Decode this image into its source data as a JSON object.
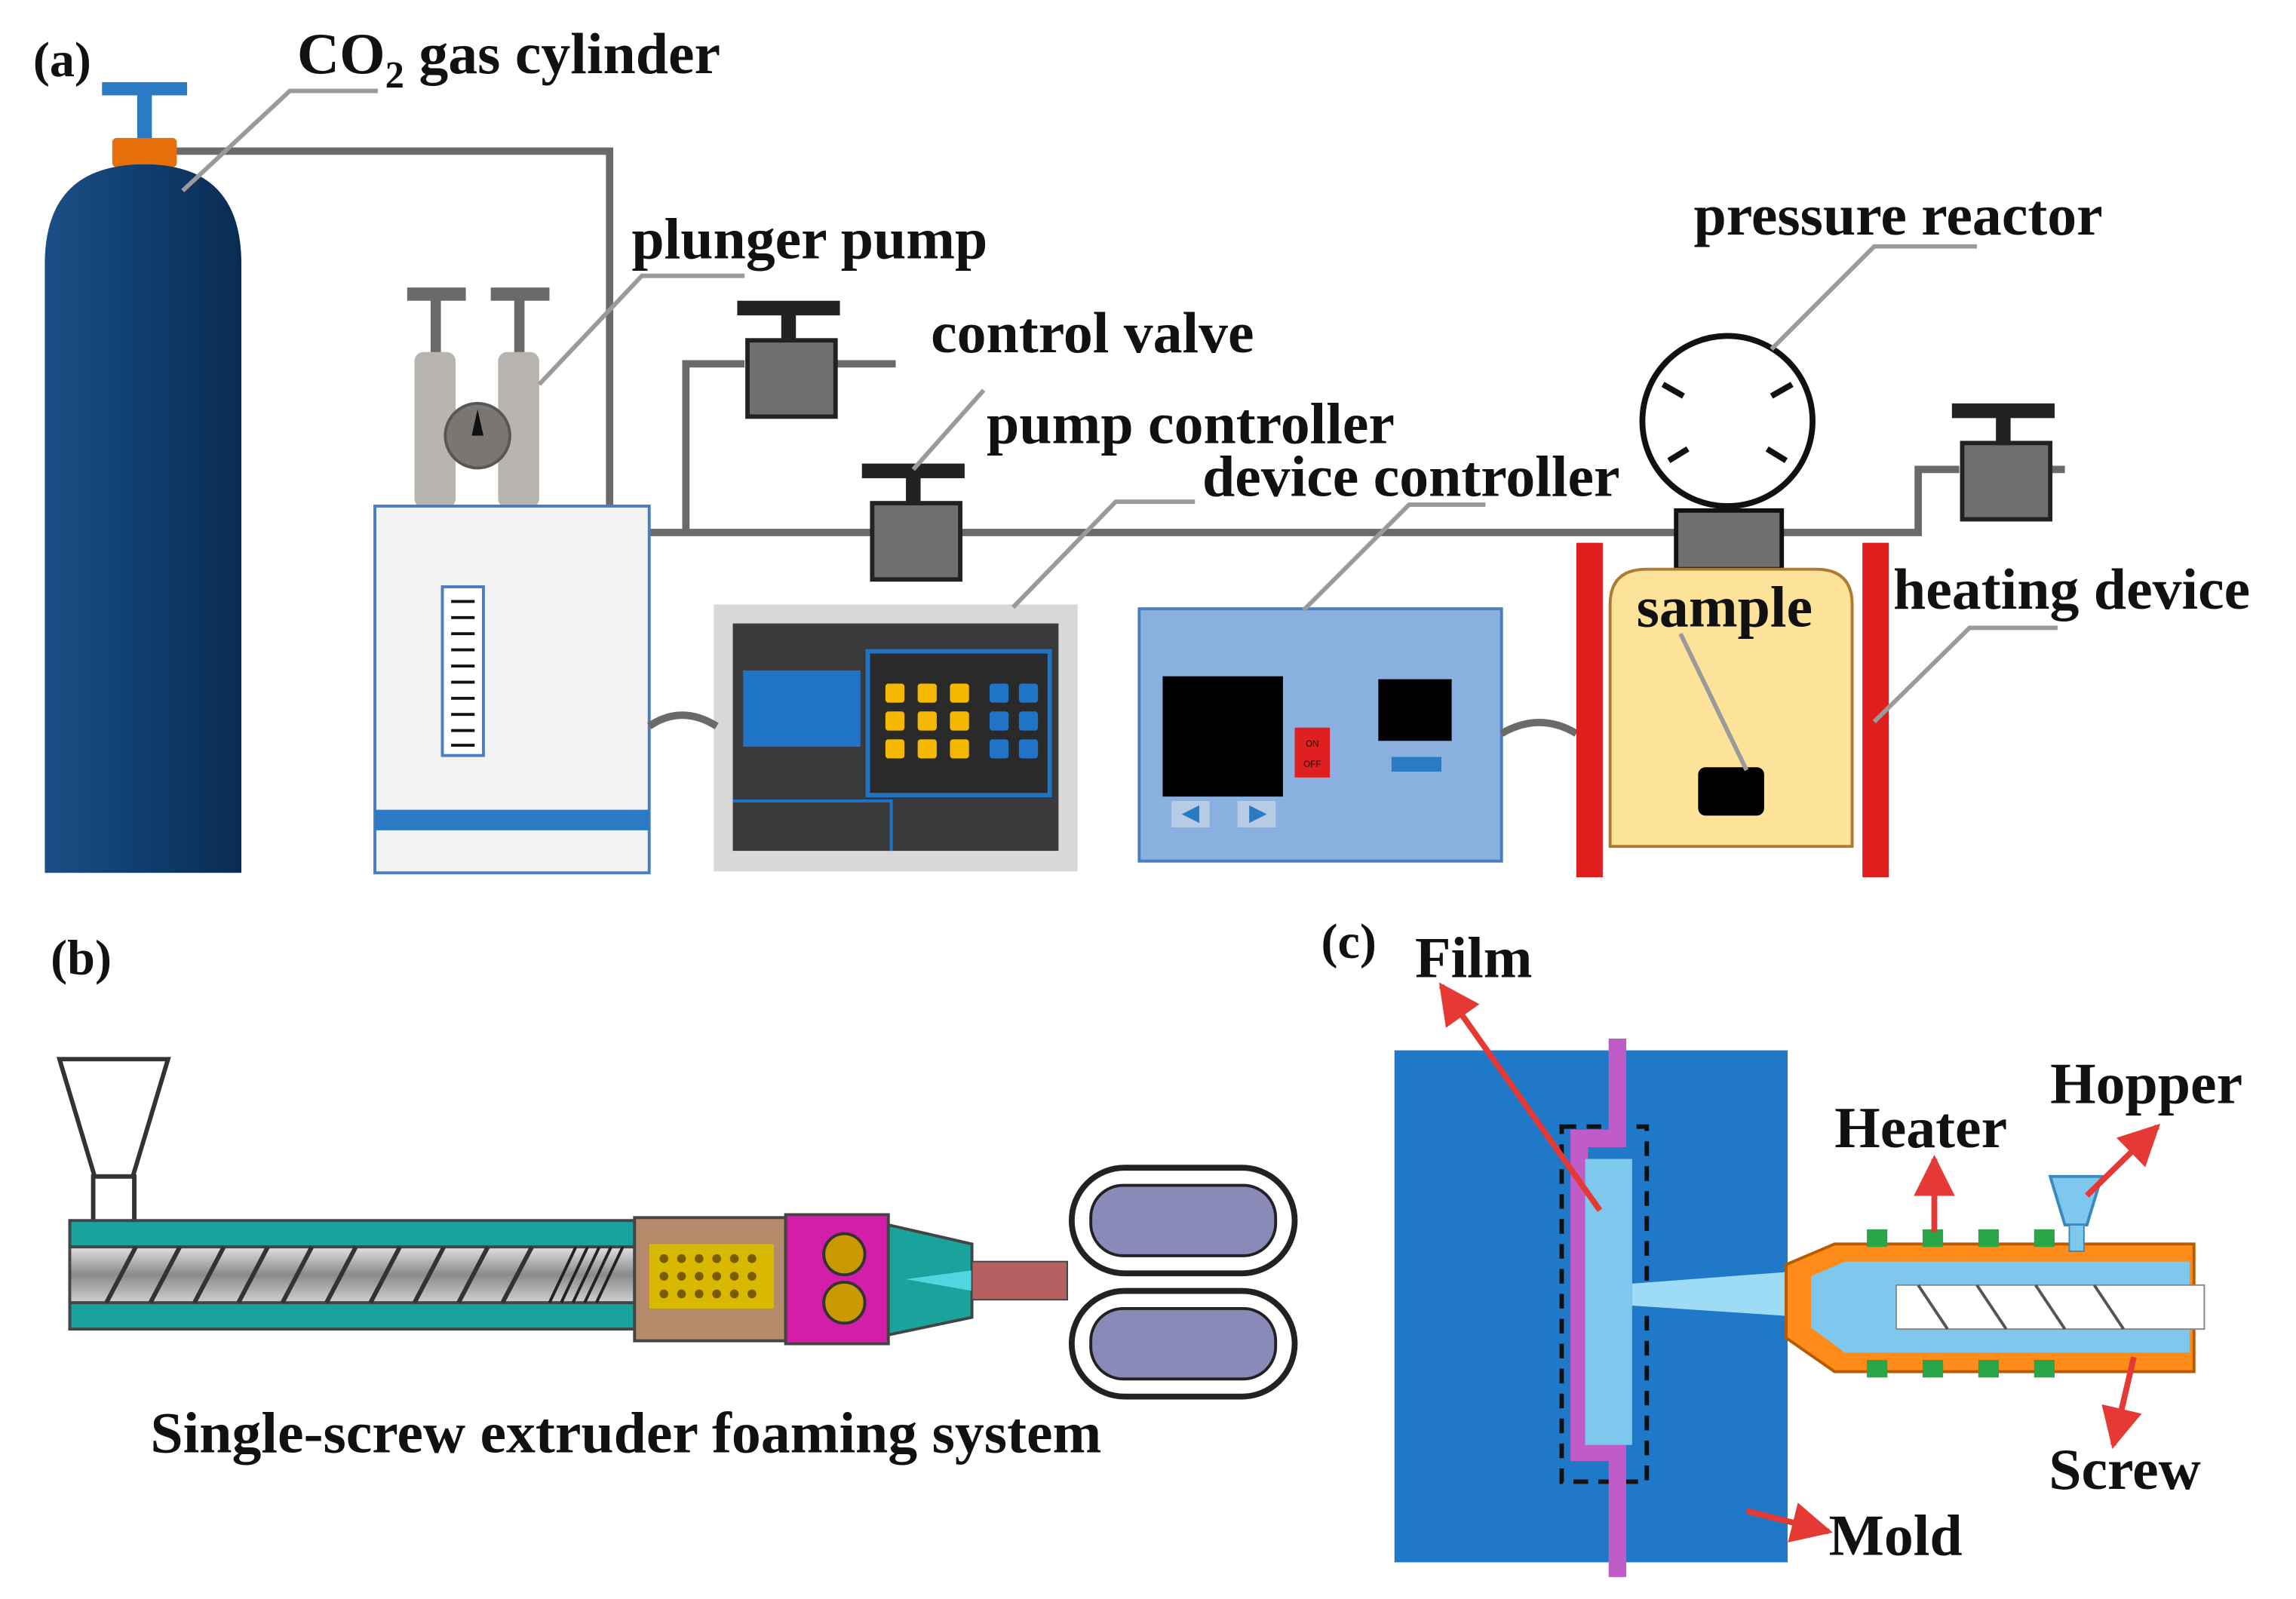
{
  "colors": {
    "cylinder": "#0f3d6e",
    "cylinder_valve": "#e76f0a",
    "handle": "#2b7bc4",
    "heater_red": "#e01e1e",
    "reactor_body": "#fde39a",
    "mold_blue": "#1f78c8",
    "film_purple": "#c05cc8",
    "barrel_orange": "#ff8c1a",
    "heater_green": "#2aa54a",
    "extruder_teal": "#1aa39c",
    "die_magenta": "#d21ea8"
  },
  "panel_a": {
    "tag": "(a)",
    "labels": {
      "co2_main": "CO",
      "co2_sub": "2",
      "co2_rest": " gas cylinder",
      "plunger_pump": "plunger pump",
      "control_valve": "control valve",
      "pump_controller": "pump controller",
      "device_controller": "device controller",
      "pressure_reactor": "pressure reactor",
      "heating_device": "heating device",
      "sample": "sample"
    },
    "icons": [
      "gas-cylinder-icon",
      "plunger-pump-icon",
      "valve-icon",
      "pump-controller-icon",
      "device-controller-icon",
      "pressure-gauge-icon",
      "heater-icon"
    ]
  },
  "panel_b": {
    "tag": "(b)",
    "caption": "Single-screw extruder foaming system",
    "icons": [
      "hopper-icon",
      "screw-barrel-icon",
      "gear-pump-icon",
      "die-icon",
      "roller-icon"
    ]
  },
  "panel_c": {
    "tag": "(c)",
    "labels": {
      "film": "Film",
      "hopper": "Hopper",
      "heater": "Heater",
      "screw": "Screw",
      "mold": "Mold"
    },
    "icons": [
      "mold-icon",
      "film-icon",
      "injection-barrel-icon",
      "hopper-icon"
    ]
  }
}
